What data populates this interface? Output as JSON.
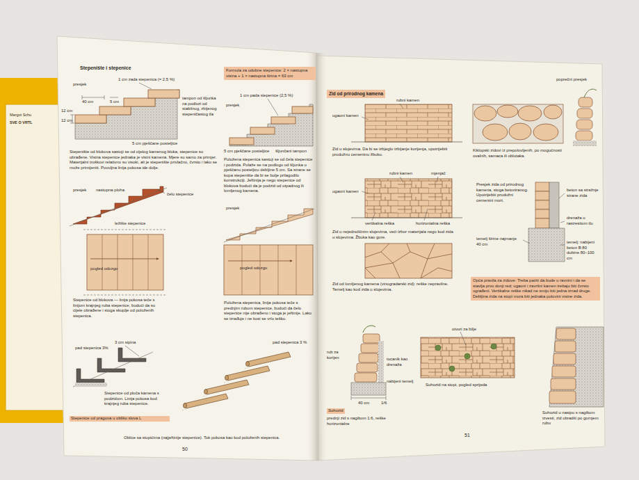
{
  "diagram": {
    "nodes": [
      {
        "text": [
          "Formula za udobne stepenice: 2 × nastupna visina + 1 × nastupna širina = 63 cm"
        ]
      },
      {
        "text": [
          "Zid od prirodnog kamena"
        ]
      },
      {
        "text": [
          "Opća pravila za zidove: Treba paziti da bude u ravnini i da se stavlja prvo donji red; ugaoni i završni kamen trebaju biti čvrsto ugrađeni. Vertikalne reške nikad ne smiju biti jedna iznad druge. Debljina zida na stopi mora biti jednaka polovini visine zida."
        ]
      }
    ],
    "labels": [
      "Margot Schu",
      "SVE O VRTL",
      "Stepenište i stepenice",
      "presjek",
      "1 cm zada stepenica (= 2,5 %)",
      "40 cm",
      "5 cm",
      "12 cm",
      "12 cm",
      "tampon od šljunka na podlozi od stabilnog, zbijenog stepeničastog tla",
      "5 cm pješčane posteljice",
      "Stepenište od blokova sastoji se od cijelog kamenog bloka, stepenice su obrađene. Visina stepenice jednaka je visini kamena. Mjere su samo za primjer. Materijalni troškovi relativno su visoki, ali je stepenište privlačno, čvrsto i lako se može primijeniti. Povoljna linija pokosa ide dolje.",
      "čelo stepenice",
      "presjek",
      "nastupna ploha",
      "ležište stepenice",
      "pogled odozgo",
      "Stepenice od blokova — linija pokosa teče s linijom krajnjeg ruba stepenice, budući da su cijele obrađene i stoga skuplje od položenih stepenica.",
      "3 cm sipina",
      "pad stepenica 3%",
      "Stepenice od ploča kamena s podzidom. Linija pokosa kod krajnjeg ruba stepenice.",
      "Stepenice od pragova u obliku slova L",
      "Oblice sa stupićima (najjeftinije stepenice). Tok pokosa kao kod položenih stepenica.",
      "50",
      "1 cm pada stepenice (2,5 %)",
      "presjek",
      "5 cm pješčane posteljice",
      "šljunčani tampon",
      "Položena stepenica sastoji se od čela stepenice i podzida. Polaže se na podlogu od šljunka u pješčanu posteljicu debljine 5 cm. Sa strane se kopa stepenište da bi se bolje prilagodilo konstrukciji. Jeftinija je nego stepenice od blokova budući da je podzid od otpadnog ili lomljenog kamena.",
      "presjek",
      "pogled odozgo",
      "Položena stepenica, linija pokosa teče s prednjim rubom stepenice, budući da čelo stepenice nije obrađeno i stoga je jeftinije. Lako se izrađuje i ne kosi se vrlo teško.",
      "pad stepenica 3 %",
      "rubni kamen",
      "ugaoni kamen",
      "Zid u slojevima. Da bi se izbjeglo izbijanje korijenja, upotrijebiti produžnu cementnu žbuku.",
      "rubni kamen",
      "mjenjač",
      "ugaoni kamen",
      "vertikalna reška",
      "horizontalna reška",
      "Zid u nejednoličnim slojevima, veći izbor materijala nego kod zida u slojevima. Žbuka kao gore.",
      "Zid od lomljenog kamena (vinogradarski zid): reške nepravilne. Temelj kao kod zida u slojevima.",
      "poprečni presjek",
      "Kiklopski zidovi iz prepolovljenih, po mogućnosti ovalnih, samaca ili oblutaka.",
      "Presjek zida od prirodnog kamena, stoga betoniranog. Upotrijebiti produžni cementni mort.",
      "beton sa stražnje strane zida",
      "drenaža u rastresitom tlu",
      "temelj širine najmanje 40 cm",
      "temelj: nabijeni beton B 80 dubine 80–100 cm",
      "otvori za bilje",
      "rub za korijen",
      "tucanik kao drenaža",
      "nabijeni temelj",
      "40 cm",
      "1/6",
      "Suhozid",
      "Suhozid na stopi, pogled sprijeda",
      "prednji zid s nagibom 1:6, reške horizontalne",
      "Suhozid u nasipu s nagibom izvesti, zid obraditi po gornjem rubu",
      "51"
    ]
  }
}
